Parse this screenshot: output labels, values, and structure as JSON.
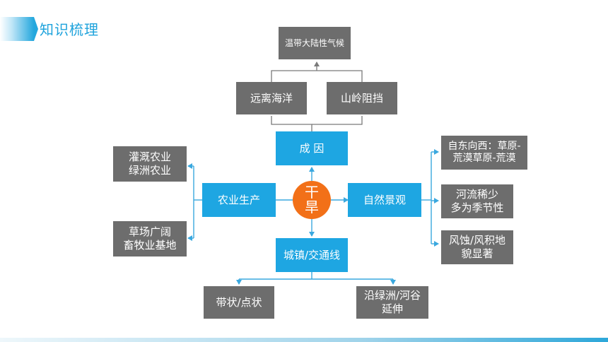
{
  "header": {
    "title": "知识梳理"
  },
  "center": {
    "label": "干\n旱"
  },
  "branches": {
    "cause": "成 因",
    "agriculture": "农业生产",
    "landscape": "自然景观",
    "towns": "城镇/交通线"
  },
  "causes": {
    "top": "温带大陆性气候",
    "far_from_ocean": "远离海洋",
    "mountain_block": "山岭阻挡"
  },
  "agriculture_items": [
    "灌溉农业\n绿洲农业",
    "草场广阔\n畜牧业基地"
  ],
  "landscape_items": [
    "自东向西：草原-\n荒漠草原-荒漠",
    "河流稀少\n多为季节性",
    "风蚀/风积地\n貌显著"
  ],
  "town_items": [
    "带状/点状",
    "沿绿洲/河谷\n延伸"
  ],
  "colors": {
    "accent": "#1ea6e2",
    "node_gray": "#6d6d6d",
    "center": "#f27018"
  }
}
